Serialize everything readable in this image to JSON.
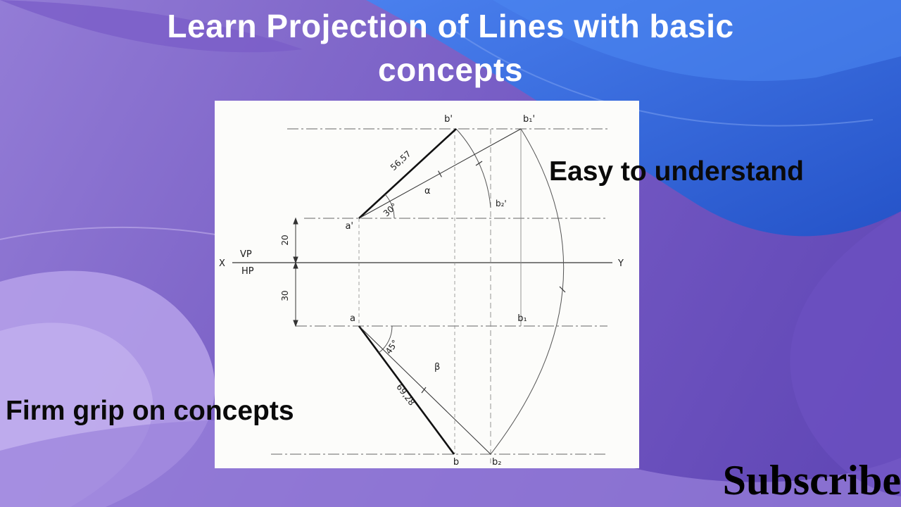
{
  "title": "Learn Projection of Lines with basic concepts",
  "captions": {
    "right": "Easy to understand",
    "bottom_left": "Firm grip on concepts",
    "subscribe": "Subscribe"
  },
  "colors": {
    "background_purple": "#7257c2",
    "accent_blue": "#2f66d8",
    "light_lavender": "#b6a1ea",
    "panel": "#fcfcfa",
    "title_text": "#ffffff",
    "caption_text": "#0a0a0a"
  },
  "diagram": {
    "labels": {
      "b_prime": "b'",
      "b1_prime": "b₁'",
      "a_prime": "a'",
      "b2_prime": "b₂'",
      "alpha": "α",
      "angle_front": "30°",
      "true_length_front": "56,57",
      "vp": "VP",
      "hp": "HP",
      "x_end": "X",
      "y_end": "Y",
      "dim_above_xy": "20",
      "dim_below_xy": "30",
      "a_top": "a",
      "b1_top": "b₁",
      "angle_top": "45°",
      "beta": "β",
      "true_length_top": "69,28",
      "b_top": "b",
      "b2_top": "b₂"
    }
  }
}
